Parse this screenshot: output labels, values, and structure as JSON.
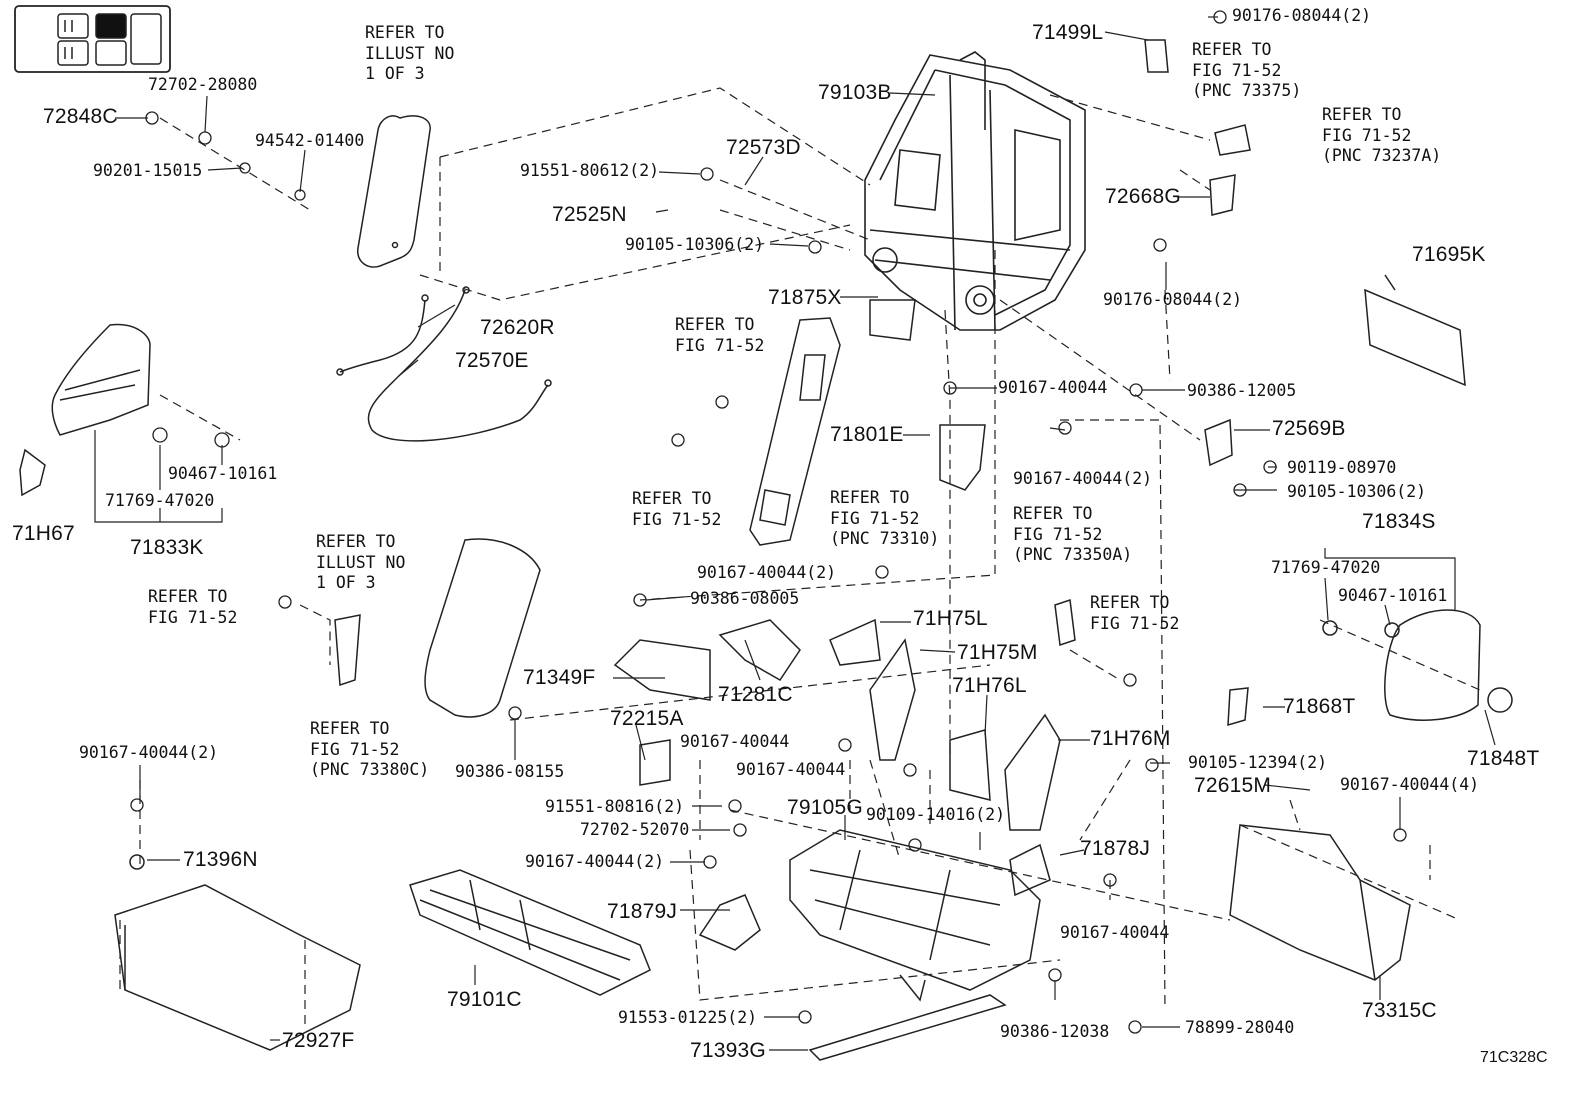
{
  "diagram": {
    "figure_code": "71C328C",
    "part_numbers": {
      "p71499L": "71499L",
      "p79103B": "79103B",
      "p72848C": "72848C",
      "p72702_28080": "72702-28080",
      "p94542_01400": "94542-01400",
      "p90201_15015": "90201-15015",
      "p90176_08044_2_top": "90176-08044(2)",
      "p90176_08044_2_mid": "90176-08044(2)",
      "p91551_80612_2": "91551-80612(2)",
      "p72573D": "72573D",
      "p72525N": "72525N",
      "p90105_10306_2_a": "90105-10306(2)",
      "p90105_10306_2_b": "90105-10306(2)",
      "p72668G": "72668G",
      "p71695K": "71695K",
      "p71875X": "71875X",
      "p72620R": "72620R",
      "p72570E": "72570E",
      "p90167_40044_a": "90167-40044",
      "p90167_40044_b": "90167-40044",
      "p90167_40044_c": "90167-40044",
      "p90167_40044_d": "90167-40044",
      "p90386_12005": "90386-12005",
      "p71801E": "71801E",
      "p90167_40044_2_a": "90167-40044(2)",
      "p90167_40044_2_b": "90167-40044(2)",
      "p90167_40044_2_c": "90167-40044(2)",
      "p90167_40044_2_d": "90167-40044(2)",
      "p72569B": "72569B",
      "p90119_08970": "90119-08970",
      "p90467_10161_a": "90467-10161",
      "p90467_10161_b": "90467-10161",
      "p71769_47020_a": "71769-47020",
      "p71769_47020_b": "71769-47020",
      "p71H67": "71H67",
      "p71833K": "71833K",
      "p71834S": "71834S",
      "p90386_08005": "90386-08005",
      "p71H75L": "71H75L",
      "p71H75M": "71H75M",
      "p71H76L": "71H76L",
      "p71H76M": "71H76M",
      "p71349F": "71349F",
      "p71281C": "71281C",
      "p72215A": "72215A",
      "p90386_08155": "90386-08155",
      "p71868T": "71868T",
      "p71848T": "71848T",
      "p90105_12394_2": "90105-12394(2)",
      "p72615M": "72615M",
      "p90167_40044_4": "90167-40044(4)",
      "p71396N": "71396N",
      "p91551_80816_2": "91551-80816(2)",
      "p79105G": "79105G",
      "p90109_14016_2": "90109-14016(2)",
      "p72702_52070": "72702-52070",
      "p71878J": "71878J",
      "p71879J": "71879J",
      "p79101C": "79101C",
      "p72927F": "72927F",
      "p73315C": "73315C",
      "p91553_01225_2": "91553-01225(2)",
      "p90386_12038": "90386-12038",
      "p78899_28040": "78899-28040",
      "p71393G": "71393G"
    },
    "references": {
      "illust_1": "REFER TO\nILLUST NO\n1 OF 3",
      "illust_2": "REFER TO\nILLUST NO\n1 OF 3",
      "fig_73375": "REFER TO\nFIG 71-52\n(PNC 73375)",
      "fig_73237A": "REFER TO\nFIG 71-52\n(PNC 73237A)",
      "fig_a": "REFER TO\nFIG 71-52",
      "fig_b": "REFER TO\nFIG 71-52",
      "fig_c": "REFER TO\nFIG 71-52",
      "fig_d": "REFER TO\nFIG 71-52",
      "fig_73310": "REFER TO\nFIG 71-52\n(PNC 73310)",
      "fig_73350A": "REFER TO\nFIG 71-52\n(PNC 73350A)",
      "fig_73380C": "REFER TO\nFIG 71-52\n(PNC 73380C)"
    }
  }
}
